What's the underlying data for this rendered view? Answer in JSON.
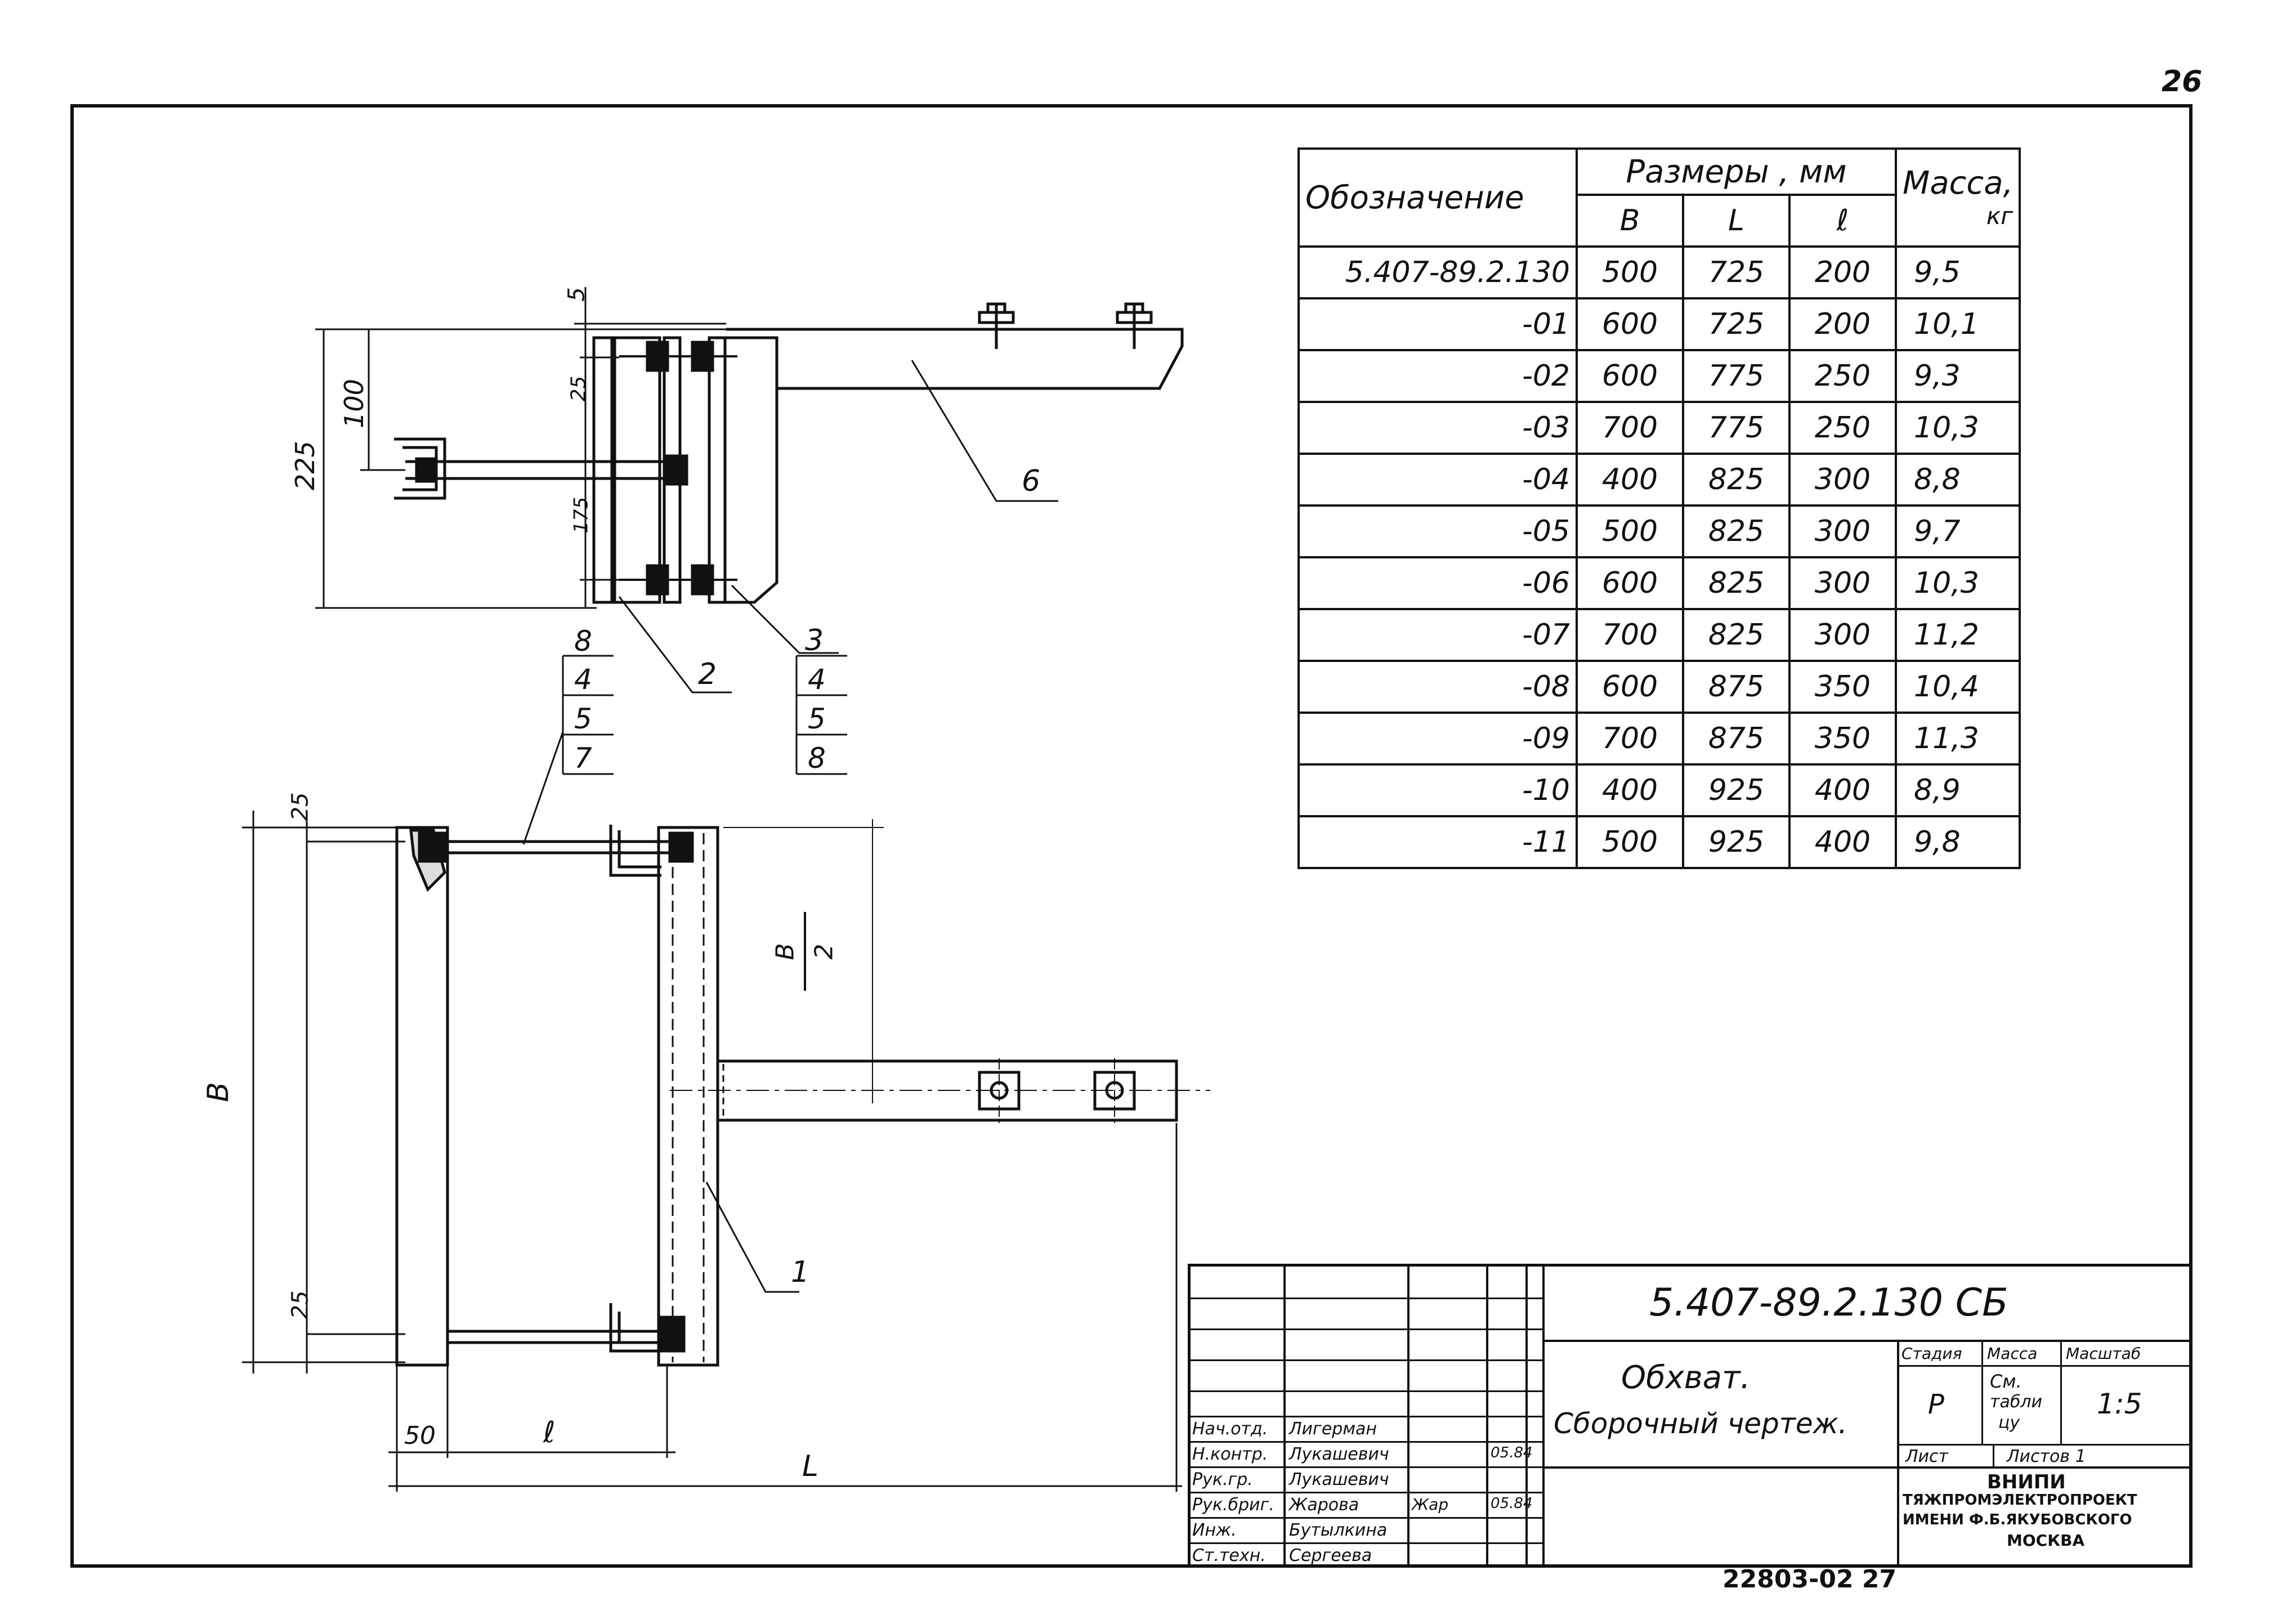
{
  "page_number": "26",
  "table": {
    "header": {
      "designation": "Обозначение",
      "dimensions": "Размеры , мм",
      "mass": "Масса,",
      "mass_unit": "кг",
      "col_B": "В",
      "col_L": "L",
      "col_l": "ℓ"
    },
    "rows": [
      {
        "designation": "5.407-89.2.130",
        "B": "500",
        "L": "725",
        "l": "200",
        "mass": "9,5"
      },
      {
        "designation": "-01",
        "B": "600",
        "L": "725",
        "l": "200",
        "mass": "10,1"
      },
      {
        "designation": "-02",
        "B": "600",
        "L": "775",
        "l": "250",
        "mass": "9,3"
      },
      {
        "designation": "-03",
        "B": "700",
        "L": "775",
        "l": "250",
        "mass": "10,3"
      },
      {
        "designation": "-04",
        "B": "400",
        "L": "825",
        "l": "300",
        "mass": "8,8"
      },
      {
        "designation": "-05",
        "B": "500",
        "L": "825",
        "l": "300",
        "mass": "9,7"
      },
      {
        "designation": "-06",
        "B": "600",
        "L": "825",
        "l": "300",
        "mass": "10,3"
      },
      {
        "designation": "-07",
        "B": "700",
        "L": "825",
        "l": "300",
        "mass": "11,2"
      },
      {
        "designation": "-08",
        "B": "600",
        "L": "875",
        "l": "350",
        "mass": "10,4"
      },
      {
        "designation": "-09",
        "B": "700",
        "L": "875",
        "l": "350",
        "mass": "11,3"
      },
      {
        "designation": "-10",
        "B": "400",
        "L": "925",
        "l": "400",
        "mass": "8,9"
      },
      {
        "designation": "-11",
        "B": "500",
        "L": "925",
        "l": "400",
        "mass": "9,8"
      }
    ]
  },
  "drawing": {
    "dims": {
      "d5": "5",
      "d100": "100",
      "d225": "225",
      "d25_top": "25",
      "d175": "175",
      "d25_plan_top": "25",
      "d25_plan_bottom": "25",
      "dB": "В",
      "dB2_num": "В",
      "dB2_den": "2",
      "d50": "50",
      "dl": "ℓ",
      "dL": "L"
    },
    "callouts": {
      "c6": "6",
      "c2": "2",
      "c1": "1",
      "left_stack": [
        "8",
        "4",
        "5",
        "7"
      ],
      "right_stack": [
        "3",
        "4",
        "5",
        "8"
      ]
    }
  },
  "title_block": {
    "doc_code": "5.407-89.2.130 СБ",
    "name_line1": "Обхват.",
    "name_line2": "Сборочный чертеж.",
    "stage_label": "Стадия",
    "mass_label": "Масса",
    "scale_label": "Масштаб",
    "stage_value": "Р",
    "mass_value_l1": "См.",
    "mass_value_l2": "табли",
    "mass_value_l3": "цу",
    "scale_value": "1:5",
    "sheet_label": "Лист",
    "sheets_label": "Листов 1",
    "org_l1": "ВНИПИ",
    "org_l2": "ТЯЖПРОМЭЛЕКТРОПРОЕКТ",
    "org_l3": "ИМЕНИ Ф.Б.ЯКУБОВСКОГО",
    "org_l4": "МОСКВА",
    "signers": [
      {
        "role": "Нач.отд.",
        "name": "Лигерман",
        "sign": "",
        "date": ""
      },
      {
        "role": "Н.контр.",
        "name": "Лукашевич",
        "sign": "",
        "date": "05.84"
      },
      {
        "role": "Рук.гр.",
        "name": "Лукашевич",
        "sign": "",
        "date": ""
      },
      {
        "role": "Рук.бриг.",
        "name": "Жарова",
        "sign": "Жар",
        "date": "05.84"
      },
      {
        "role": "Инж.",
        "name": "Бутылкина",
        "sign": "",
        "date": ""
      },
      {
        "role": "Ст.техн.",
        "name": "Сергеева",
        "sign": "",
        "date": ""
      }
    ]
  },
  "footer_code": "22803-02  27"
}
